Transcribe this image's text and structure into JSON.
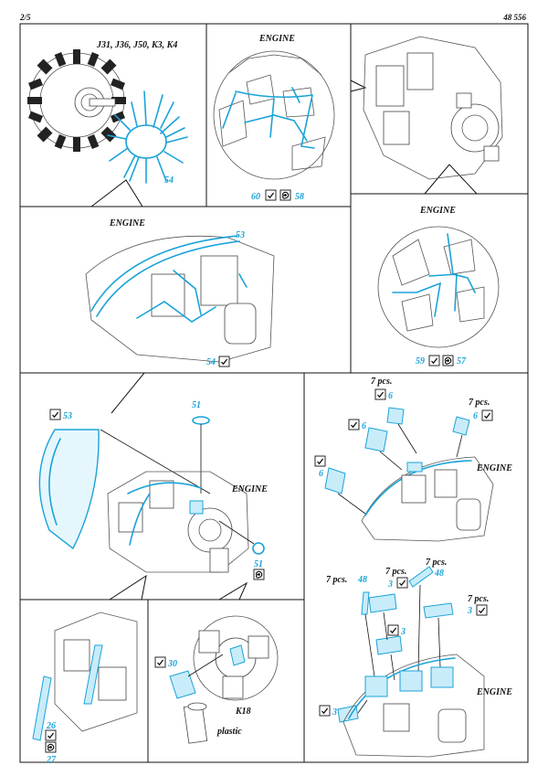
{
  "header": {
    "page": "2/5",
    "code": "48 556"
  },
  "icons": {
    "fold": "fold-checkmark-icon",
    "spiral": "bend-spiral-icon"
  },
  "colors": {
    "etch_part": "#1aa3d8",
    "line": "#111111"
  },
  "panels": {
    "p1": {
      "variants": "J31, J36, J50, K3, K4",
      "part": "54"
    },
    "p2": {
      "title": "ENGINE",
      "part_a": "60",
      "part_b": "58"
    },
    "p4": {
      "title": "ENGINE",
      "part_53": "53",
      "part_54": "54"
    },
    "p5": {
      "title": "ENGINE",
      "part_a": "59",
      "part_b": "57"
    },
    "p6": {
      "title": "ENGINE",
      "part_53": "53",
      "part_51_top": "51",
      "part_51_bottom": "51"
    },
    "p7": {
      "title": "ENGINE",
      "qty_a": "7 pcs.",
      "qty_b": "7 pcs.",
      "part_6_a": "6",
      "part_6_b": "6",
      "part_6_c": "6",
      "part_6_d": "6"
    },
    "p8": {
      "part_27": "27",
      "part_26": "26"
    },
    "p9": {
      "part_30": "30",
      "variant": "K18",
      "note": "plastic"
    },
    "p10": {
      "title": "ENGINE",
      "qty_1": "7 pcs.",
      "qty_2": "7 pcs.",
      "qty_3": "7 pcs.",
      "qty_4": "7 pcs.",
      "part_48_a": "48",
      "part_48_b": "48",
      "part_3_a": "3",
      "part_3_b": "3",
      "part_3_c": "3",
      "part_3_d": "3"
    }
  }
}
